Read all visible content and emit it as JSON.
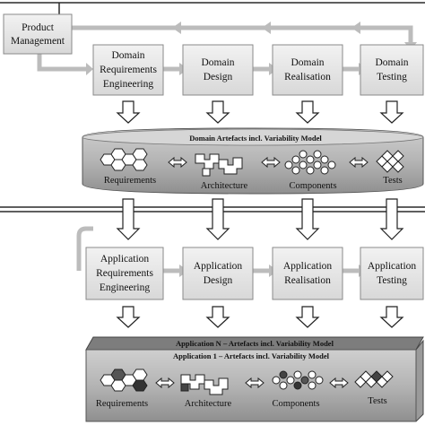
{
  "domain_engineering": {
    "product_management": [
      "Product",
      "Management"
    ],
    "processes": [
      {
        "lines": [
          "Domain",
          "Requirements",
          "Engineering"
        ]
      },
      {
        "lines": [
          "Domain",
          "Design"
        ]
      },
      {
        "lines": [
          "Domain",
          "Realisation"
        ]
      },
      {
        "lines": [
          "Domain",
          "Testing"
        ]
      }
    ],
    "artefacts_title": "Domain Artefacts incl. Variability Model",
    "artefacts": [
      "Requirements",
      "Architecture",
      "Components",
      "Tests"
    ]
  },
  "application_engineering": {
    "processes": [
      {
        "lines": [
          "Application",
          "Requirements",
          "Engineering"
        ]
      },
      {
        "lines": [
          "Application",
          "Design"
        ]
      },
      {
        "lines": [
          "Application",
          "Realisation"
        ]
      },
      {
        "lines": [
          "Application",
          "Testing"
        ]
      }
    ],
    "artefacts_title_back": "Application N – Artefacts incl. Variability Model",
    "artefacts_title_front": "Application 1 – Artefacts incl. Variability Model",
    "artefacts": [
      "Requirements",
      "Architecture",
      "Components",
      "Tests"
    ]
  },
  "colors": {
    "box_fill": "#e4e4e4",
    "box_stroke": "#8a8a8a",
    "band_fill": "#b4b4b4",
    "band_dark": "#6e6e6e",
    "connector": "#b8b8b8",
    "divider": "#2a2a2a"
  }
}
